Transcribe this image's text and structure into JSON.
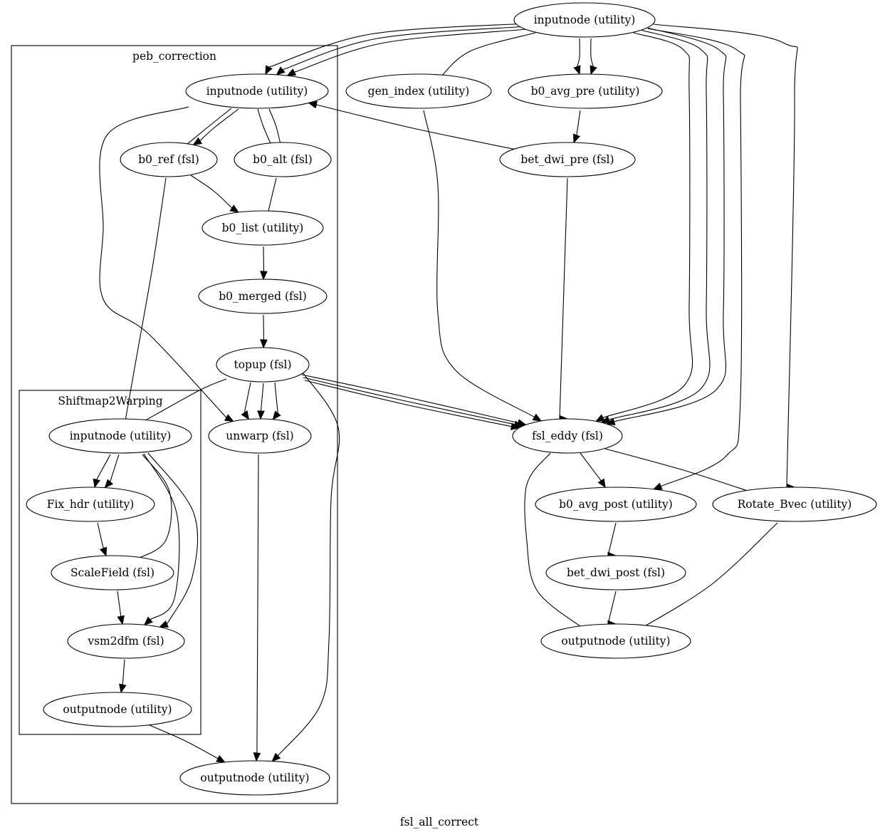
{
  "graph": {
    "caption": "fsl_all_correct",
    "clusters": {
      "peb": "peb_correction",
      "shift": "Shiftmap2Warping"
    },
    "nodes": {
      "top_inputnode": "inputnode (utility)",
      "gen_index": "gen_index (utility)",
      "b0_avg_pre": "b0_avg_pre (utility)",
      "bet_dwi_pre": "bet_dwi_pre (fsl)",
      "fsl_eddy": "fsl_eddy (fsl)",
      "b0_avg_post": "b0_avg_post (utility)",
      "rotate_bvec": "Rotate_Bvec (utility)",
      "bet_dwi_post": "bet_dwi_post (fsl)",
      "top_outputnode": "outputnode (utility)",
      "peb_inputnode": "inputnode (utility)",
      "b0_ref": "b0_ref (fsl)",
      "b0_alt": "b0_alt (fsl)",
      "b0_list": "b0_list (utility)",
      "b0_merged": "b0_merged (fsl)",
      "topup": "topup (fsl)",
      "unwarp": "unwarp (fsl)",
      "peb_outputnode": "outputnode (utility)",
      "s2w_inputnode": "inputnode (utility)",
      "fix_hdr": "Fix_hdr (utility)",
      "scalefield": "ScaleField (fsl)",
      "vsm2dfm": "vsm2dfm (fsl)",
      "s2w_outputnode": "outputnode (utility)"
    }
  }
}
